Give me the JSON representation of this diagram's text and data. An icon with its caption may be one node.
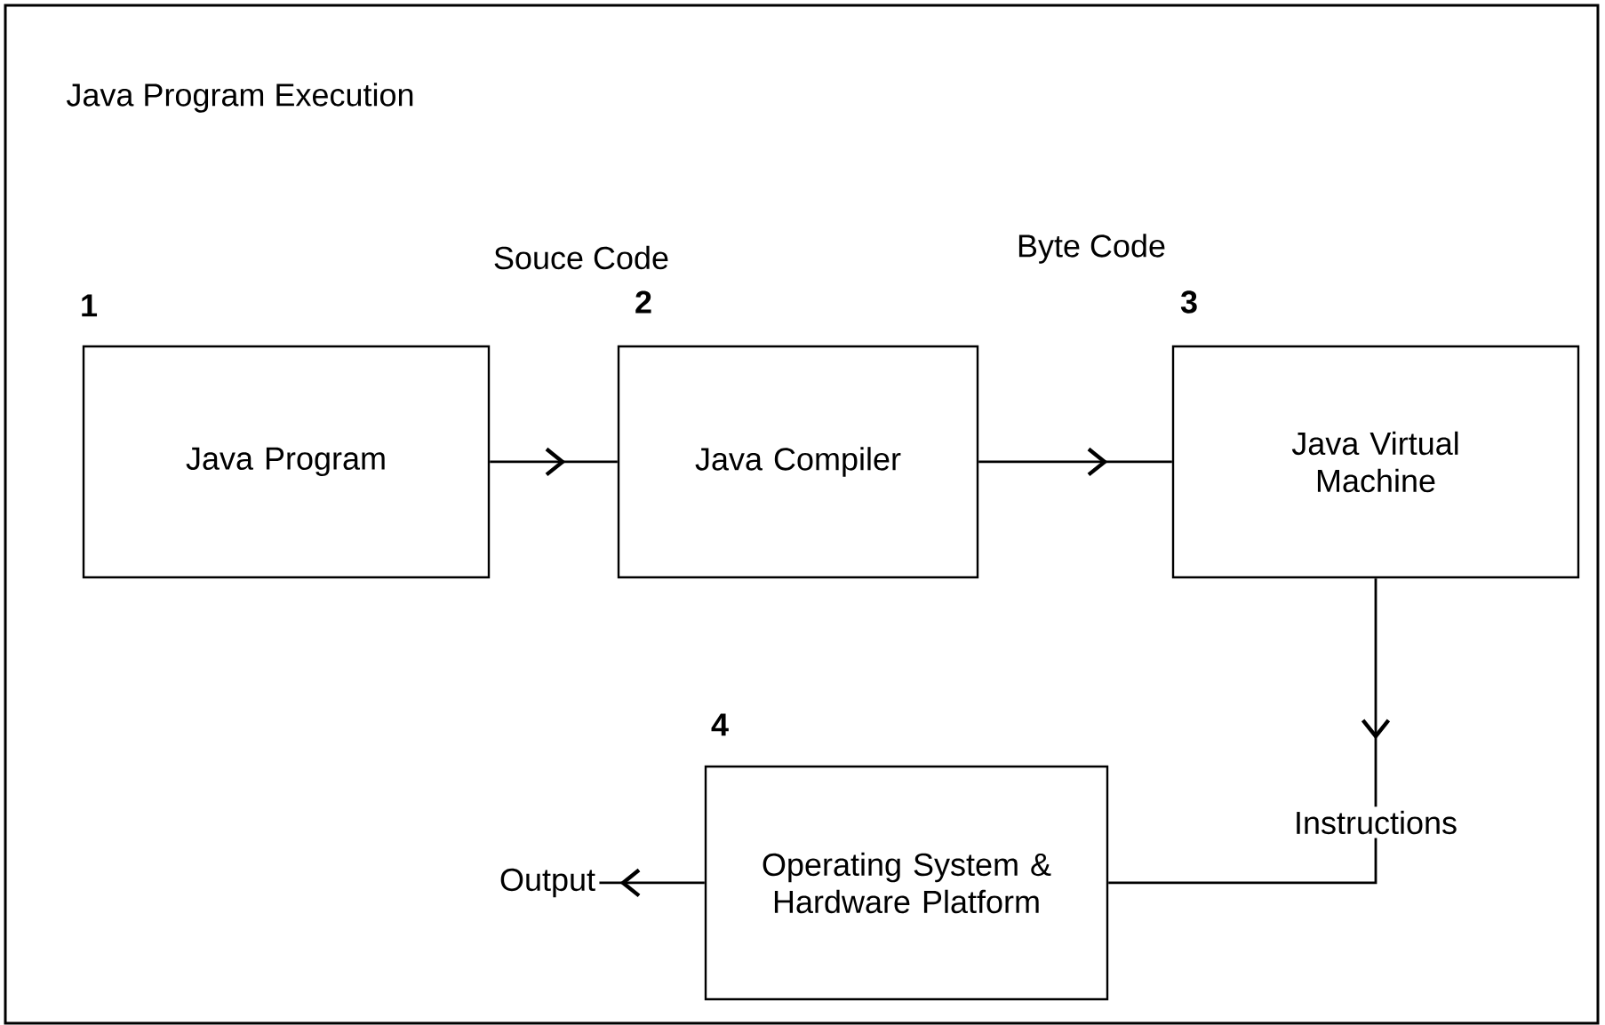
{
  "diagram": {
    "title": "Java Program Execution",
    "nodes": [
      {
        "text": [
          "Java Program"
        ],
        "beside": [
          "1"
        ]
      },
      {
        "text": [
          "Java Compiler"
        ],
        "beside": [
          "2"
        ]
      },
      {
        "text": [
          "Java Virtual Machine"
        ],
        "beside": [
          "3"
        ]
      },
      {
        "text": [
          "Instructions"
        ]
      },
      {
        "text": [
          "Operating System & Hardware Platform"
        ],
        "beside": [
          "4"
        ]
      },
      {
        "text": [
          "Output"
        ]
      }
    ],
    "edges": [
      {
        "from": 0,
        "to": 1,
        "arrow": "to"
      },
      {
        "from": 1,
        "to": 2,
        "arrow": "to"
      },
      {
        "from": 2,
        "to": 3,
        "arrow": "to"
      },
      {
        "from": 3,
        "to": 4,
        "arrow": "none"
      },
      {
        "from": 4,
        "to": 5,
        "arrow": "to"
      }
    ],
    "labels": [
      "Souce Code",
      "Byte Code"
    ]
  }
}
